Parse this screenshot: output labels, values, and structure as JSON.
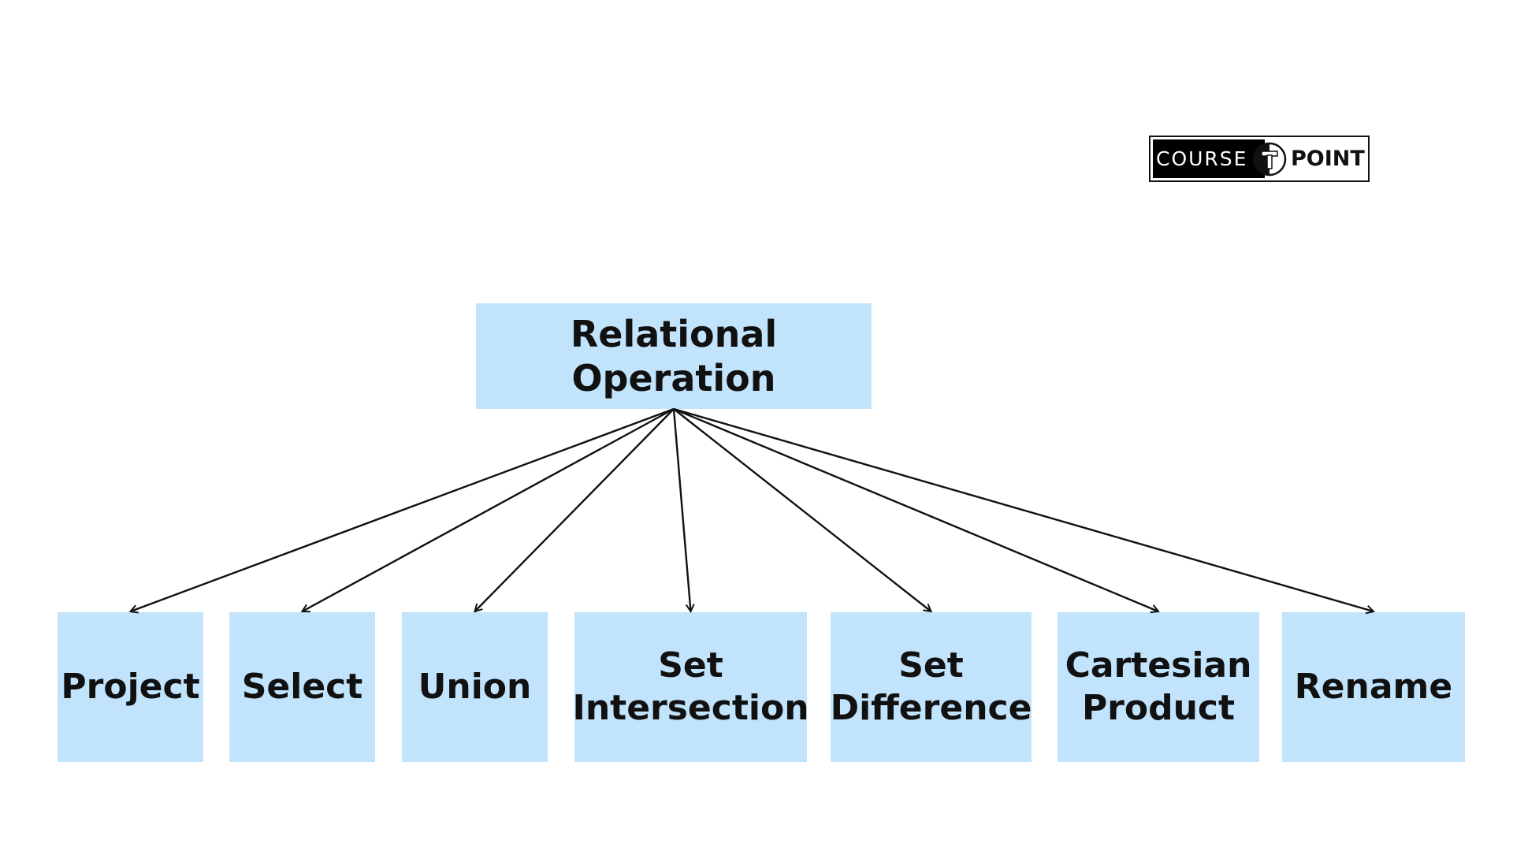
{
  "logo": {
    "left_text": "COURSE",
    "right_text": "POINT"
  },
  "diagram": {
    "root": {
      "label": "Relational Operation"
    },
    "children": [
      {
        "label": "Project"
      },
      {
        "label": "Select"
      },
      {
        "label": "Union"
      },
      {
        "label": "Set\nIntersection"
      },
      {
        "label": "Set\nDifference"
      },
      {
        "label": "Cartesian\nProduct"
      },
      {
        "label": "Rename"
      }
    ]
  },
  "colors": {
    "box_fill": "#c1e3fb",
    "text": "#111111",
    "arrow": "#111111",
    "background": "#ffffff"
  }
}
